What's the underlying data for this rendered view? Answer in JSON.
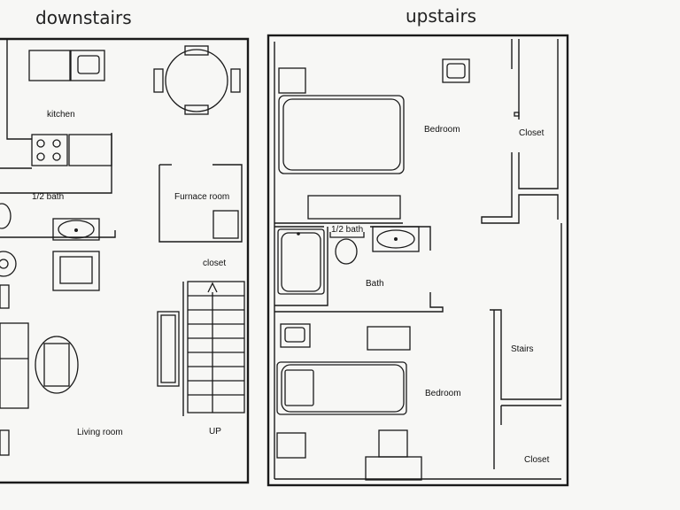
{
  "headings": {
    "downstairs": "downstairs",
    "upstairs": "upstairs"
  },
  "downstairs_rooms": {
    "kitchen": "kitchen",
    "half_bath": "1/2 bath",
    "furnace_room": "Furnace room",
    "closet": "closet",
    "living_room": "Living room",
    "stairs_up": "UP"
  },
  "upstairs_rooms": {
    "bedroom_top": "Bedroom",
    "closet_top": "Closet",
    "half_bath": "1/2 bath",
    "bath": "Bath",
    "stairs": "Stairs",
    "bedroom_bottom": "Bedroom",
    "closet_bottom": "Closet"
  }
}
